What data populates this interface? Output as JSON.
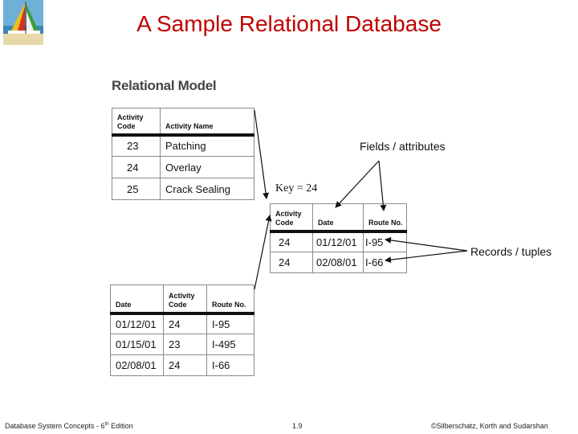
{
  "title": "A Sample Relational Database",
  "model_title": "Relational Model",
  "annotations": {
    "fields": "Fields / attributes",
    "records": "Records / tuples",
    "key": "Key = 24"
  },
  "activity_table": {
    "headers": [
      "Activity Code",
      "Activity Name"
    ],
    "rows": [
      [
        "23",
        "Patching"
      ],
      [
        "24",
        "Overlay"
      ],
      [
        "25",
        "Crack Sealing"
      ]
    ]
  },
  "result_table": {
    "headers": [
      "Activity Code",
      "Date",
      "Route No."
    ],
    "rows": [
      [
        "24",
        "01/12/01",
        "I-95"
      ],
      [
        "24",
        "02/08/01",
        "I-66"
      ]
    ]
  },
  "route_table": {
    "headers": [
      "Date",
      "Activity Code",
      "Route No."
    ],
    "rows": [
      [
        "01/12/01",
        "24",
        "I-95"
      ],
      [
        "01/15/01",
        "23",
        "I-495"
      ],
      [
        "02/08/01",
        "24",
        "I-66"
      ]
    ]
  },
  "footer": {
    "left_text": "Database System Concepts - 6",
    "left_sup": "th",
    "left_suffix": " Edition",
    "center": "1.9",
    "right": "©Silberschatz, Korth and Sudarshan"
  }
}
